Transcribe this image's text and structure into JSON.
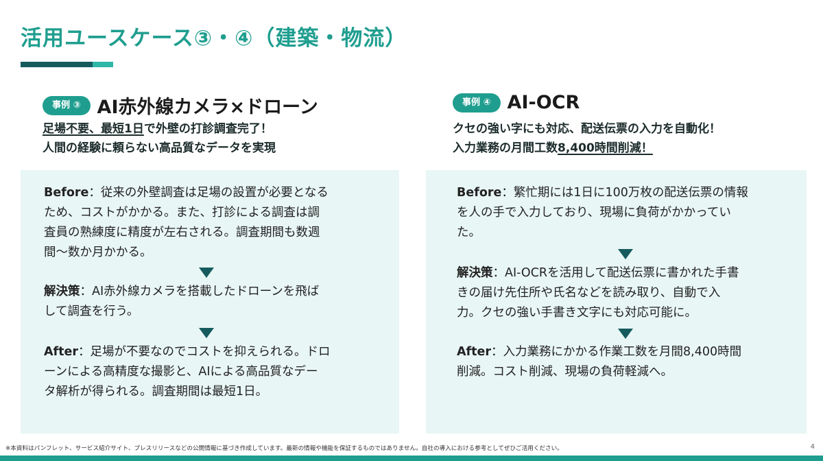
{
  "title": "活用ユースケース③・④（建築・物流）",
  "case3": {
    "badge": "事例 ③",
    "title": "AI赤外線カメラ×ドローン",
    "sub_underlined": "足場不要、最短1日",
    "sub_rest": "で外壁の打診調査完了！",
    "sub_line2": "人間の経験に頼らない高品質なデータを実現",
    "before_label": "Before",
    "before_lines": [
      "：従来の外壁調査は足場の設置が必要となる",
      "ため、コストがかかる。また、打診による調査は調",
      "査員の熟練度に精度が左右される。調査期間も数週",
      "間〜数か月かかる。"
    ],
    "solution_label": "解決策",
    "solution_lines": [
      "：AI赤外線カメラを搭載したドローンを飛ば",
      "して調査を行う。"
    ],
    "after_label": "After",
    "after_lines": [
      "：足場が不要なのでコストを抑えられる。ドロ",
      "ーンによる高精度な撮影と、AIによる高品質なデー",
      "タ解析が得られる。調査期間は最短1日。"
    ]
  },
  "case4": {
    "badge": "事例 ④",
    "title": "AI-OCR",
    "sub_line1": "クセの強い字にも対応、配送伝票の入力を自動化！",
    "sub_plain": "入力業務の月間工数",
    "sub_underlined": "8,400時間削減！",
    "before_label": "Before",
    "before_lines": [
      "：繁忙期には1日に100万枚の配送伝票の情報",
      "を人の手で入力しており、現場に負荷がかかってい",
      "た。"
    ],
    "solution_label": "解決策",
    "solution_lines": [
      "：AI-OCRを活用して配送伝票に書かれた手書",
      "きの届け先住所や氏名などを読み取り、自動で入",
      "力。クセの強い手書き文字にも対応可能に。"
    ],
    "after_label": "After",
    "after_lines": [
      "：入力業務にかかる作業工数を月間8,400時間",
      "削減。コスト削減、現場の負荷軽減へ。"
    ]
  },
  "footnote": "※本資料はパンフレット、サービス紹介サイト、プレスリリースなどの公開情報に基づき作成しています。最新の情報や機能を保証するものではありません。自社の導入における参考としてぜひご活用ください。",
  "page_number": "4",
  "colors": {
    "accent": "#1f9e8f",
    "dark_teal": "#155b5e",
    "panel_bg": "#e8f6f5"
  }
}
